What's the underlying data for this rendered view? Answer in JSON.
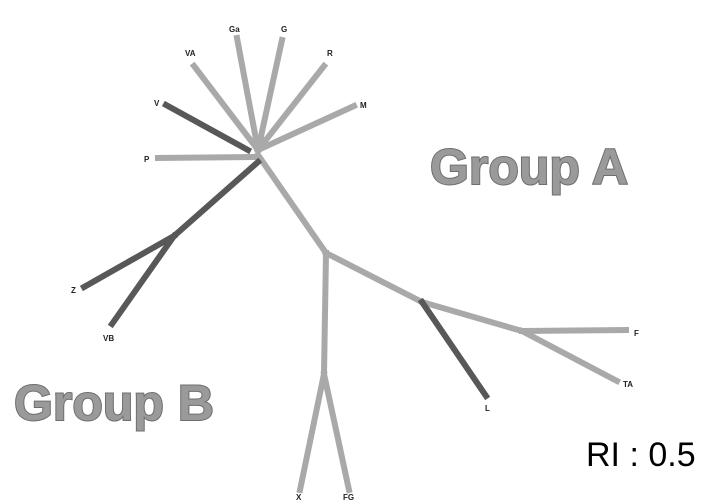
{
  "colors": {
    "light_branch": "#a9a9a9",
    "dark_branch": "#585858",
    "group_text_fill": "#9a9a9a",
    "group_text_stroke": "#6e6e6e",
    "background": "#ffffff"
  },
  "leaves": {
    "Ga": "Ga",
    "G": "G",
    "R": "R",
    "VA": "VA",
    "M": "M",
    "V": "V",
    "P": "P",
    "Z": "Z",
    "VB": "VB",
    "F": "F",
    "TA": "TA",
    "L": "L",
    "X": "X",
    "FG": "FG"
  },
  "groups": {
    "group_a": "Group A",
    "group_b": "Group B"
  },
  "ri_text": "RI : 0.5"
}
